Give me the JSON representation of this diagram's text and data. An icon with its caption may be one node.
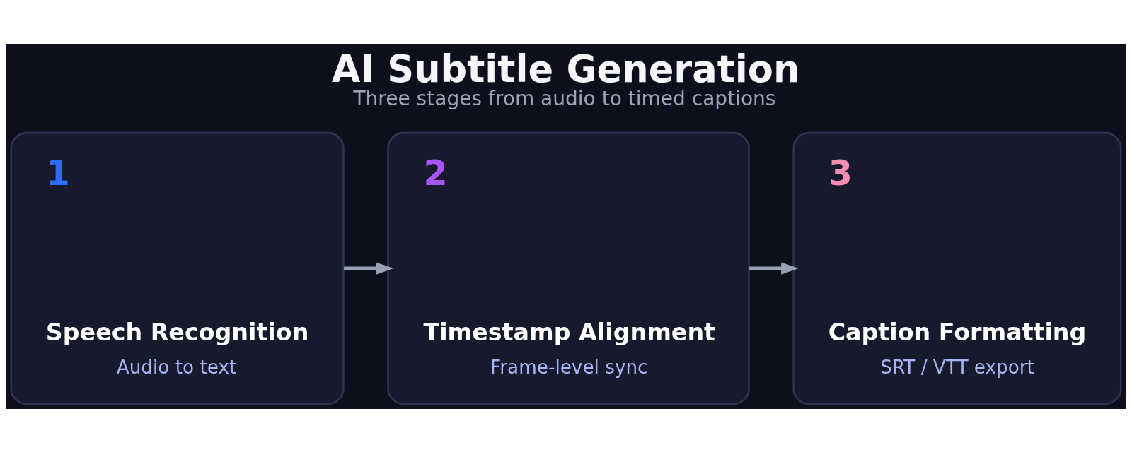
{
  "diagram": {
    "title": "AI Subtitle Generation",
    "caption": "Three stages from audio to timed captions",
    "nodes": [
      {
        "text": [
          "1",
          "Speech Recognition",
          "Audio to text"
        ]
      },
      {
        "text": [
          "2",
          "Timestamp Alignment",
          "Frame-level sync"
        ]
      },
      {
        "text": [
          "3",
          "Caption Formatting",
          "SRT / VTT export"
        ]
      }
    ],
    "edges": [
      {
        "from": 0,
        "to": 1,
        "arrow": "to"
      },
      {
        "from": 1,
        "to": 2,
        "arrow": "to"
      }
    ]
  }
}
